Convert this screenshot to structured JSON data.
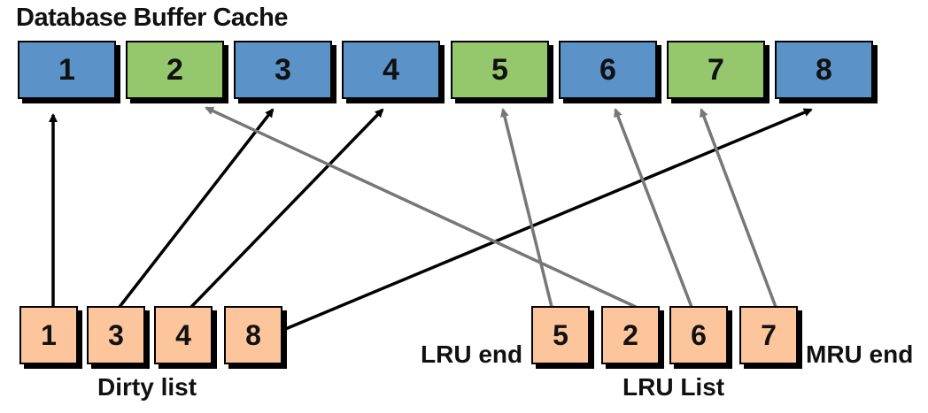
{
  "title": "Database Buffer Cache",
  "colors": {
    "blue": "#5b93c8",
    "green": "#95c86c",
    "orange": "#fcc59c",
    "black_arrow": "#000000",
    "gray_arrow": "#777777"
  },
  "cache_blocks": [
    {
      "label": "1",
      "color": "blue"
    },
    {
      "label": "2",
      "color": "green"
    },
    {
      "label": "3",
      "color": "blue"
    },
    {
      "label": "4",
      "color": "blue"
    },
    {
      "label": "5",
      "color": "green"
    },
    {
      "label": "6",
      "color": "blue"
    },
    {
      "label": "7",
      "color": "green"
    },
    {
      "label": "8",
      "color": "blue"
    }
  ],
  "dirty_list": {
    "label": "Dirty list",
    "items": [
      "1",
      "3",
      "4",
      "8"
    ]
  },
  "lru_list": {
    "label": "LRU List",
    "lru_end_label": "LRU end",
    "mru_end_label": "MRU end",
    "items": [
      "5",
      "2",
      "6",
      "7"
    ]
  }
}
